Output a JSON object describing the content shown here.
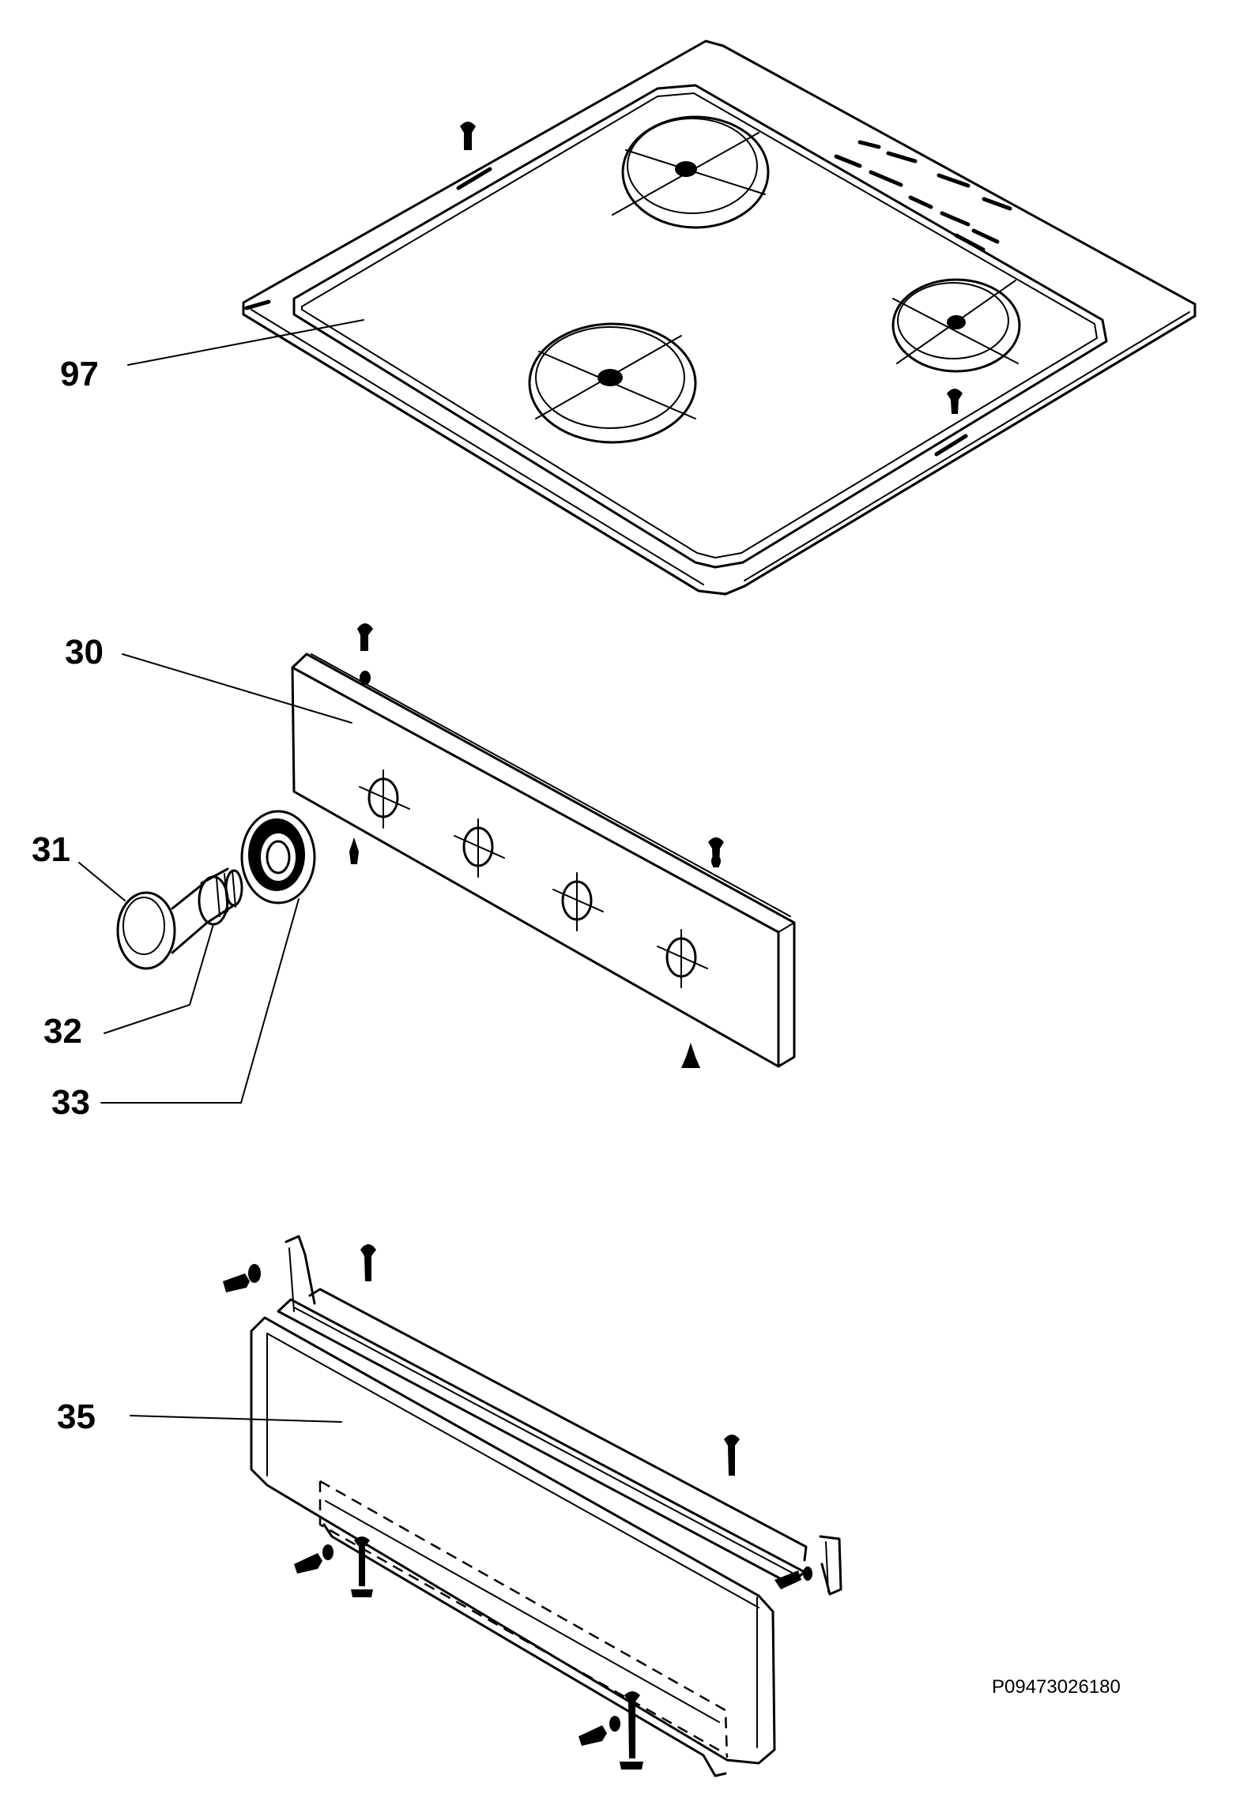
{
  "callouts": {
    "hob_top": "97",
    "control_panel": "30",
    "knob": "31",
    "knob_spindle": "32",
    "knob_bezel": "33",
    "front_panel": "35"
  },
  "drawing_code": "P09473026180"
}
